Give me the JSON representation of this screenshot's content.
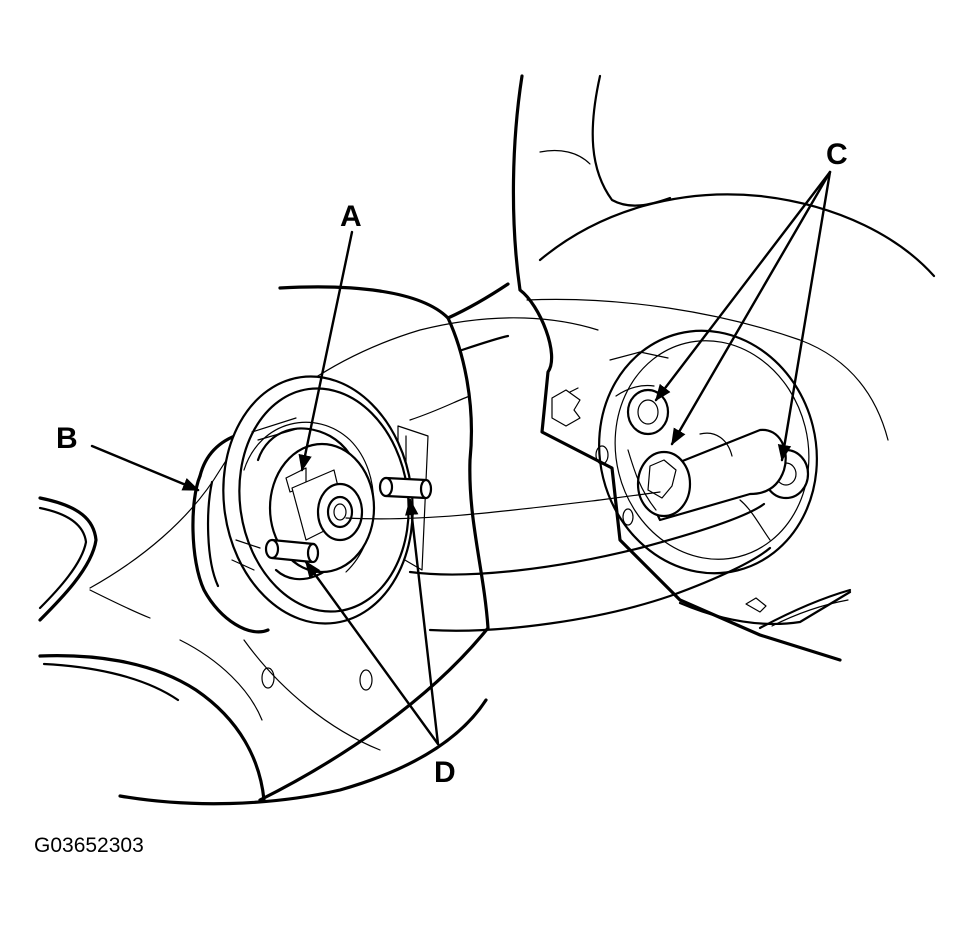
{
  "callouts": {
    "a": "A",
    "b": "B",
    "c": "C",
    "d": "D"
  },
  "figure_id": "G03652303"
}
